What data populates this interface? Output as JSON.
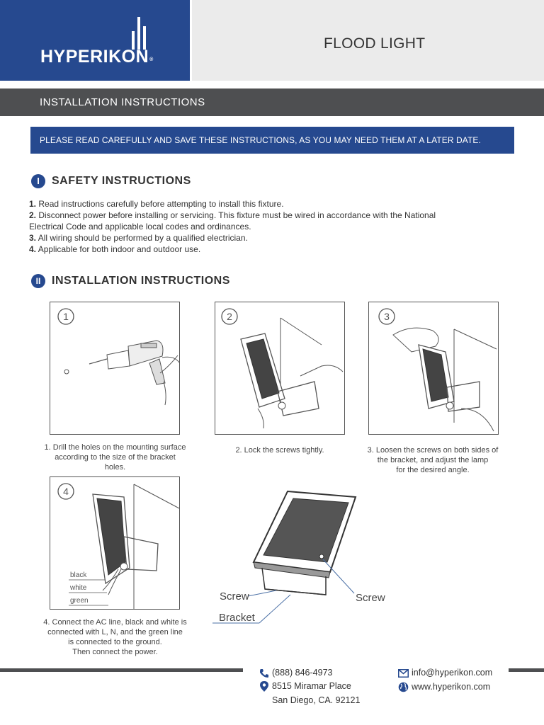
{
  "brand": {
    "name": "HYPERIKON",
    "registered": "®"
  },
  "title": "FLOOD LIGHT",
  "section_bar": "INSTALLATION INSTRUCTIONS",
  "notice": "PLEASE READ CAREFULLY AND SAVE THESE INSTRUCTIONS, AS YOU MAY NEED THEM AT A LATER DATE.",
  "colors": {
    "brand_blue": "#26498f",
    "dark_gray": "#4e4f51",
    "light_gray": "#ebebeb"
  },
  "safety": {
    "numeral": "I",
    "heading": "SAFETY INSTRUCTIONS",
    "items": [
      {
        "num": "1.",
        "text": "Read instructions carefully before attempting to install this fixture."
      },
      {
        "num": "2.",
        "text": "Disconnect power before installing or servicing. This fixture must be wired in accordance with the National Electrical Code and applicable local codes and ordinances."
      },
      {
        "num": "3.",
        "text": "All wiring should be performed by a qualified electrician."
      },
      {
        "num": "4.",
        "text": "Applicable for both indoor and outdoor use."
      }
    ]
  },
  "installation": {
    "numeral": "II",
    "heading": "INSTALLATION INSTRUCTIONS",
    "steps": [
      {
        "num": "1",
        "caption": [
          "1. Drill the holes on the mounting surface",
          "according to the size of the bracket",
          "holes."
        ]
      },
      {
        "num": "2",
        "caption": [
          "2. Lock the screws tightly."
        ]
      },
      {
        "num": "3",
        "caption": [
          "3. Loosen the screws on both sides of",
          "the bracket, and adjust the lamp",
          "for the desired angle."
        ]
      },
      {
        "num": "4",
        "caption": [
          "4. Connect the AC line, black and white is",
          "connected with L, N, and the green line",
          "is connected to the ground.",
          "Then connect the power."
        ]
      }
    ],
    "wire_labels": [
      "black",
      "white",
      "green"
    ],
    "diagram_labels": {
      "screw_left": "Screw",
      "screw_right": "Screw",
      "bracket": "Bracket"
    }
  },
  "footer": {
    "phone": "(888) 846-4973",
    "address_line1": "8515 Miramar Place",
    "address_line2": "San Diego, CA. 92121",
    "email": "info@hyperikon.com",
    "website": "www.hyperikon.com",
    "icons": [
      "phone-icon",
      "map-pin-icon",
      "envelope-icon",
      "globe-icon"
    ]
  }
}
